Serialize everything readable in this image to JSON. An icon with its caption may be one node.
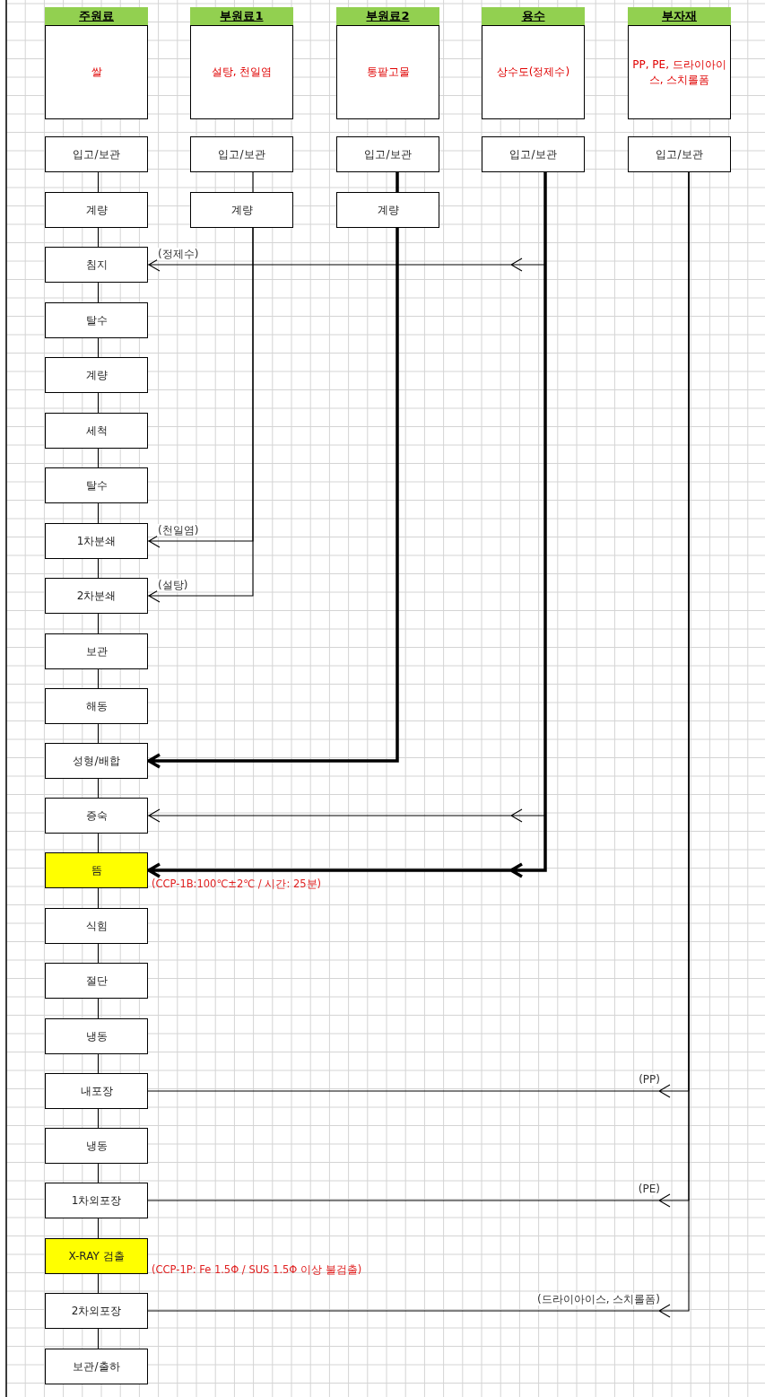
{
  "diagram": {
    "nodes": [
      {
        "text": [
          "주원료",
          "쌀"
        ]
      },
      {
        "text": [
          "부원료1",
          "설탕, 천일염"
        ]
      },
      {
        "text": [
          "부원료2",
          "통팥고물"
        ]
      },
      {
        "text": [
          "용수",
          "상수도(정제수)"
        ]
      },
      {
        "text": [
          "부자재",
          "PP, PE, 드라이아이스, 스치롤폼"
        ]
      },
      {
        "text": [
          "입고/보관"
        ]
      },
      {
        "text": [
          "입고/보관"
        ]
      },
      {
        "text": [
          "입고/보관"
        ]
      },
      {
        "text": [
          "입고/보관"
        ]
      },
      {
        "text": [
          "입고/보관"
        ]
      },
      {
        "text": [
          "계량"
        ]
      },
      {
        "text": [
          "계량"
        ]
      },
      {
        "text": [
          "계량"
        ]
      },
      {
        "text": [
          "침지"
        ]
      },
      {
        "text": [
          "탈수"
        ]
      },
      {
        "text": [
          "계량"
        ]
      },
      {
        "text": [
          "세척"
        ]
      },
      {
        "text": [
          "탈수"
        ]
      },
      {
        "text": [
          "1차분쇄"
        ]
      },
      {
        "text": [
          "2차분쇄"
        ]
      },
      {
        "text": [
          "보관"
        ]
      },
      {
        "text": [
          "해동"
        ]
      },
      {
        "text": [
          "성형/배합"
        ]
      },
      {
        "text": [
          "증숙"
        ]
      },
      {
        "text": [
          "뜸"
        ],
        "beside": [
          "(CCP-1B:100℃±2℃ / 시간: 25분)"
        ]
      },
      {
        "text": [
          "식힘"
        ]
      },
      {
        "text": [
          "절단"
        ]
      },
      {
        "text": [
          "냉동"
        ]
      },
      {
        "text": [
          "내포장"
        ]
      },
      {
        "text": [
          "냉동"
        ]
      },
      {
        "text": [
          "1차외포장"
        ]
      },
      {
        "text": [
          "X-RAY 검출"
        ],
        "beside": [
          "(CCP-1P: Fe 1.5Φ / SUS 1.5Φ 이상 불검출)"
        ]
      },
      {
        "text": [
          "2차외포장"
        ]
      },
      {
        "text": [
          "보관/출하"
        ]
      }
    ],
    "edges": [
      {
        "from": 5,
        "to": 10,
        "arrow": "none"
      },
      {
        "from": 10,
        "to": 13,
        "arrow": "none"
      },
      {
        "from": 13,
        "to": 14,
        "arrow": "none"
      },
      {
        "from": 14,
        "to": 15,
        "arrow": "none"
      },
      {
        "from": 15,
        "to": 16,
        "arrow": "none"
      },
      {
        "from": 16,
        "to": 17,
        "arrow": "none"
      },
      {
        "from": 17,
        "to": 18,
        "arrow": "none"
      },
      {
        "from": 18,
        "to": 19,
        "arrow": "none"
      },
      {
        "from": 19,
        "to": 20,
        "arrow": "none"
      },
      {
        "from": 20,
        "to": 21,
        "arrow": "none"
      },
      {
        "from": 21,
        "to": 22,
        "arrow": "none"
      },
      {
        "from": 22,
        "to": 23,
        "arrow": "none"
      },
      {
        "from": 23,
        "to": 24,
        "arrow": "none"
      },
      {
        "from": 24,
        "to": 25,
        "arrow": "none"
      },
      {
        "from": 25,
        "to": 26,
        "arrow": "none"
      },
      {
        "from": 26,
        "to": 27,
        "arrow": "none"
      },
      {
        "from": 27,
        "to": 28,
        "arrow": "none"
      },
      {
        "from": 28,
        "to": 29,
        "arrow": "none"
      },
      {
        "from": 29,
        "to": 30,
        "arrow": "none"
      },
      {
        "from": 30,
        "to": 31,
        "arrow": "none"
      },
      {
        "from": 31,
        "to": 32,
        "arrow": "none"
      },
      {
        "from": 32,
        "to": 33,
        "arrow": "none"
      },
      {
        "from": 6,
        "to": 11,
        "arrow": "none"
      },
      {
        "from": 11,
        "to": 18,
        "arrow": "to",
        "label": "(천일염)"
      },
      {
        "from": 11,
        "to": 19,
        "arrow": "to",
        "label": "(설탕)"
      },
      {
        "from": 7,
        "to": 12,
        "arrow": "none",
        "style": "thick"
      },
      {
        "from": 12,
        "to": 22,
        "arrow": "to",
        "style": "thick"
      },
      {
        "from": 8,
        "to": 13,
        "arrow": "to",
        "label": "(정제수)"
      },
      {
        "from": 8,
        "to": 23,
        "arrow": "to"
      },
      {
        "from": 8,
        "to": 24,
        "arrow": "to",
        "style": "thick"
      },
      {
        "from": 9,
        "to": 28,
        "arrow": "to",
        "label": "(PP)"
      },
      {
        "from": 9,
        "to": 30,
        "arrow": "to",
        "label": "(PE)"
      },
      {
        "from": 9,
        "to": 32,
        "arrow": "to",
        "label": "(드라이아이스, 스치롤폼)"
      }
    ]
  }
}
